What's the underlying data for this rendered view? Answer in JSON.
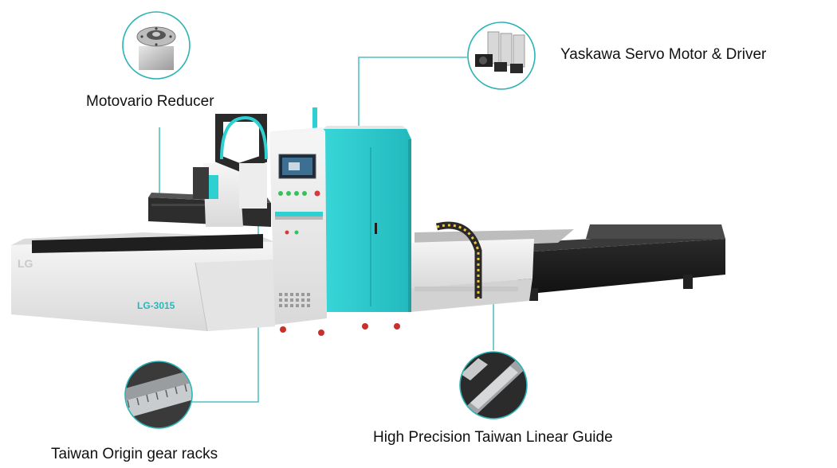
{
  "callouts": {
    "reducer": {
      "label": "Motovario Reducer",
      "icon": "gear-reducer-icon"
    },
    "servo": {
      "label": "Yaskawa Servo Motor & Driver",
      "icon": "servo-motor-icon"
    },
    "guide": {
      "label": "High Precision Taiwan Linear Guide",
      "icon": "linear-guide-icon"
    },
    "racks": {
      "label": "Taiwan Origin gear racks",
      "icon": "gear-rack-icon"
    }
  },
  "machine": {
    "model_label": "LG-3015",
    "brand_mark": "LG"
  },
  "colors": {
    "accent_teal": "#2fd0d2",
    "callout_line": "#2bb3b6",
    "body_white": "#ececec",
    "bed_dark": "#1b1b1b",
    "button_red": "#d83a3a",
    "button_green": "#35c25a"
  }
}
